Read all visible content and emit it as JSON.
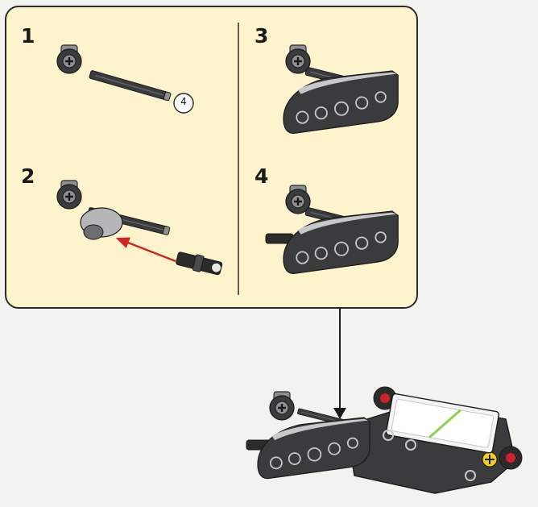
{
  "colors": {
    "page_background": "#f2f2f1",
    "callout_fill": "#fdf3cc",
    "callout_border": "#2b2b2b",
    "arrow_red": "#d32222",
    "arrow_black": "#1a1a1a",
    "part_dark": "#3a3b3d",
    "part_mid": "#8e8f91",
    "part_light": "#c7c8ca",
    "accent_green": "#8fd14f",
    "accent_red": "#cc2229",
    "accent_yellow": "#f4d017"
  },
  "callout": {
    "steps": [
      {
        "number": "1",
        "part_count": "4"
      },
      {
        "number": "2"
      },
      {
        "number": "3"
      },
      {
        "number": "4"
      }
    ]
  }
}
